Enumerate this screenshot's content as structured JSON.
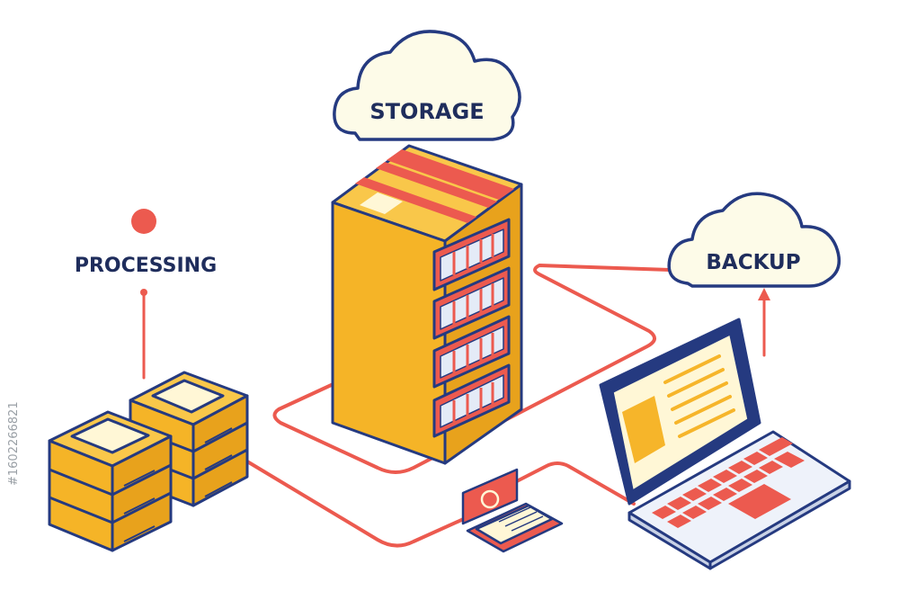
{
  "labels": {
    "storage": "STORAGE",
    "backup": "BACKUP",
    "processing": "PROCESSING"
  },
  "watermark": {
    "id_text": "#1602266821"
  },
  "colors": {
    "outline": "#253a80",
    "rack_orange": "#f5b427",
    "rack_side": "#e8a21c",
    "accent_red": "#ec5a4f",
    "cloud_fill": "#fdfbe8",
    "screen_yellow": "#f6b52a",
    "screen_light": "#fff7d6"
  },
  "icons": {
    "storage_cloud": "cloud-icon",
    "backup_cloud": "cloud-icon",
    "server_rack": "server-rack-icon",
    "laptop": "laptop-icon",
    "tablet": "tablet-device-icon",
    "processing_boxes": "server-box-stack-icon",
    "processing_node": "dot-marker-icon",
    "upload_arrow": "arrow-up-icon"
  }
}
